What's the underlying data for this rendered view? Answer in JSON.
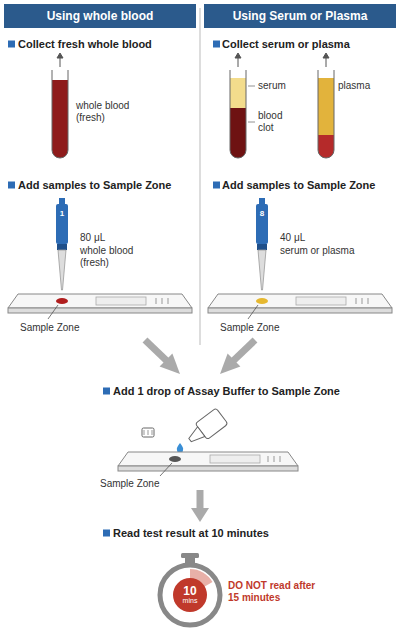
{
  "diagram": {
    "nodes": [
      {
        "text": [
          "Using whole blood"
        ]
      },
      {
        "text": [
          "Using Serum or Plasma"
        ]
      },
      {
        "text": [
          "10",
          "mins"
        ]
      }
    ],
    "labels": [
      "Collect fresh whole blood",
      "whole blood (fresh)",
      "Add samples to Sample Zone",
      "1",
      "80 μL",
      "whole blood (fresh)",
      "Sample Zone",
      "Collect serum or plasma",
      "serum",
      "blood clot",
      "plasma",
      "Add samples to Sample Zone",
      "8",
      "40 μL",
      "serum or plasma",
      "Sample Zone",
      "Add 1 drop of Assay Buffer to Sample Zone",
      "Sample Zone",
      "Read test result at 10 minutes",
      "DO NOT read after 15 minutes"
    ]
  }
}
